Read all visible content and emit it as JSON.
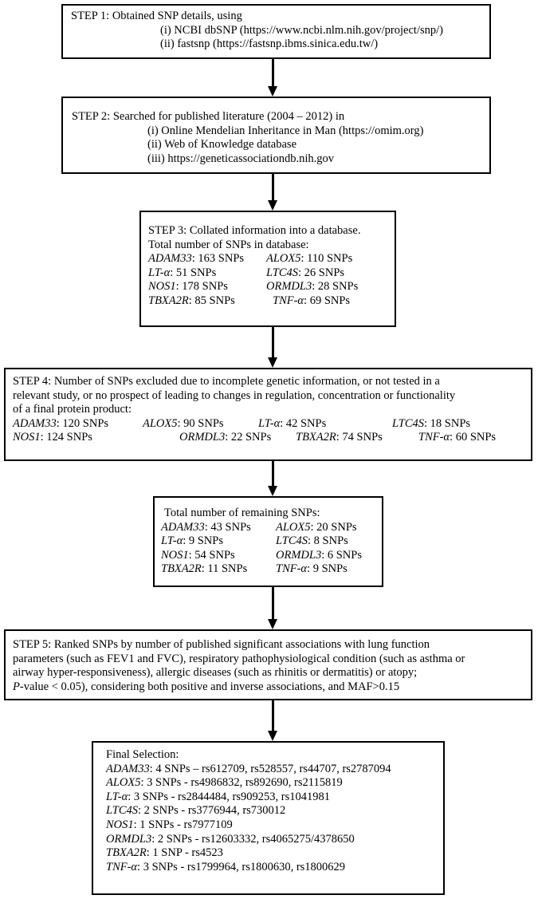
{
  "step1": {
    "title": "STEP 1: Obtained SNP details, using",
    "items": [
      "(i) NCBI dbSNP (https://www.ncbi.nlm.nih.gov/project/snp/)",
      "(ii) fastsnp (https://fastsnp.ibms.sinica.edu.tw/)"
    ]
  },
  "step2": {
    "title": "STEP 2: Searched for published literature (2004 – 2012) in",
    "items": [
      "(i) Online Mendelian Inheritance in Man (https://omim.org)",
      "(ii) Web of Knowledge database",
      "(iii) https://geneticassociationdb.nih.gov"
    ]
  },
  "step3": {
    "title": "STEP 3: Collated information into a database.",
    "subtitle": "Total number of SNPs in database:",
    "genes": [
      {
        "name": "ADAM33",
        "text": ": 163 SNPs"
      },
      {
        "name": "ALOX5",
        "text": ": 110 SNPs"
      },
      {
        "name": "LT-α",
        "text": ": 51 SNPs"
      },
      {
        "name": "LTC4S",
        "text": ": 26 SNPs"
      },
      {
        "name": "NOS1",
        "text": ": 178 SNPs"
      },
      {
        "name": "ORMDL3",
        "text": ": 28 SNPs"
      },
      {
        "name": "TBXA2R",
        "text": ": 85 SNPs"
      },
      {
        "name": "TNF-α",
        "text": ": 69 SNPs"
      }
    ]
  },
  "step4": {
    "lines": [
      "STEP 4: Number of SNPs excluded due to incomplete genetic information, or not tested in a",
      "relevant study, or no prospect of leading to changes in regulation, concentration or functionality",
      "of a final protein product:"
    ],
    "genes": [
      {
        "name": "ADAM33",
        "text": ": 120 SNPs"
      },
      {
        "name": "ALOX5",
        "text": ": 90 SNPs"
      },
      {
        "name": "LT-α",
        "text": ": 42 SNPs"
      },
      {
        "name": "LTC4S",
        "text": ": 18 SNPs"
      },
      {
        "name": "NOS1",
        "text": ":  124 SNPs"
      },
      {
        "name": "ORMDL3",
        "text": ": 22 SNPs"
      },
      {
        "name": "TBXA2R",
        "text": ": 74 SNPs"
      },
      {
        "name": "TNF-α",
        "text": ": 60 SNPs"
      }
    ]
  },
  "remaining": {
    "title": "Total number of remaining SNPs:",
    "genes": [
      {
        "name": "ADAM33",
        "text": ": 43 SNPs"
      },
      {
        "name": "ALOX5",
        "text": ": 20 SNPs"
      },
      {
        "name": "LT-α",
        "text": ": 9 SNPs"
      },
      {
        "name": "LTC4S",
        "text": ": 8 SNPs"
      },
      {
        "name": "NOS1",
        "text": ": 54 SNPs"
      },
      {
        "name": "ORMDL3",
        "text": ": 6 SNPs"
      },
      {
        "name": "TBXA2R",
        "text": ": 11 SNPs"
      },
      {
        "name": "TNF-α",
        "text": ": 9 SNPs"
      }
    ]
  },
  "step5": {
    "lines": [
      "STEP 5: Ranked SNPs by number of published significant associations with lung function",
      "parameters (such as FEV1 and FVC), respiratory pathophysiological condition (such as asthma or",
      "airway hyper-responsiveness), allergic diseases (such as rhinitis or dermatitis) or atopy;"
    ],
    "pvalue_italic": "P",
    "pvalue_rest": "-value < 0.05), considering both positive and inverse associations, and MAF>0.15"
  },
  "final": {
    "title": "Final Selection:",
    "genes": [
      {
        "name": "ADAM33",
        "text": ": 4 SNPs – rs612709, rs528557, rs44707, rs2787094"
      },
      {
        "name": "ALOX5",
        "text": ": 3 SNPs - rs4986832, rs892690, rs2115819"
      },
      {
        "name": "LT-α",
        "text": ": 3 SNPs - rs2844484, rs909253, rs1041981"
      },
      {
        "name": "LTC4S",
        "text": ": 2 SNPs - rs3776944, rs730012"
      },
      {
        "name": "NOS1",
        "text": ": 1 SNPs - rs7977109"
      },
      {
        "name": "ORMDL3",
        "text": ": 2 SNPs - rs12603332, rs4065275/4378650"
      },
      {
        "name": "TBXA2R",
        "text": ": 1 SNP - rs4523"
      },
      {
        "name": "TNF-α",
        "text": ": 3 SNPs - rs1799964, rs1800630, rs1800629"
      }
    ]
  }
}
